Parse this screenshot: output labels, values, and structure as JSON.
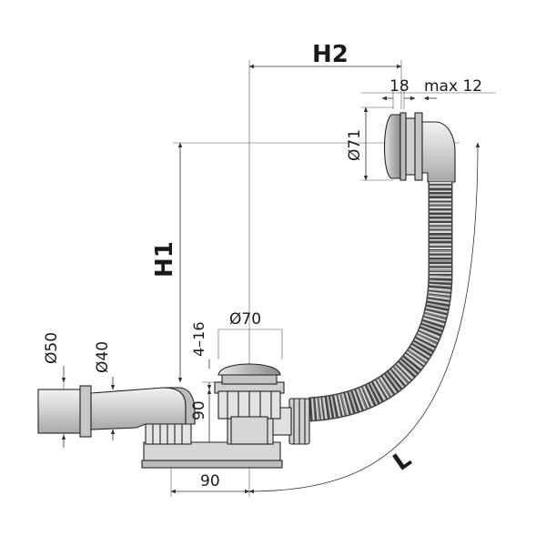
{
  "labels": {
    "h2": "H2",
    "h1": "H1",
    "l": "L",
    "d18": "18",
    "max12": "max 12",
    "o71": "Ø71",
    "o70": "Ø70",
    "r4_16": "4–16",
    "o50": "Ø50",
    "o40": "Ø40",
    "d90v": "90",
    "d90h": "90"
  },
  "colors": {
    "metal": "#c9c9c9",
    "metal_dark": "#9a9a9a",
    "plastic": "#e3e3e3",
    "line": "#222222"
  }
}
